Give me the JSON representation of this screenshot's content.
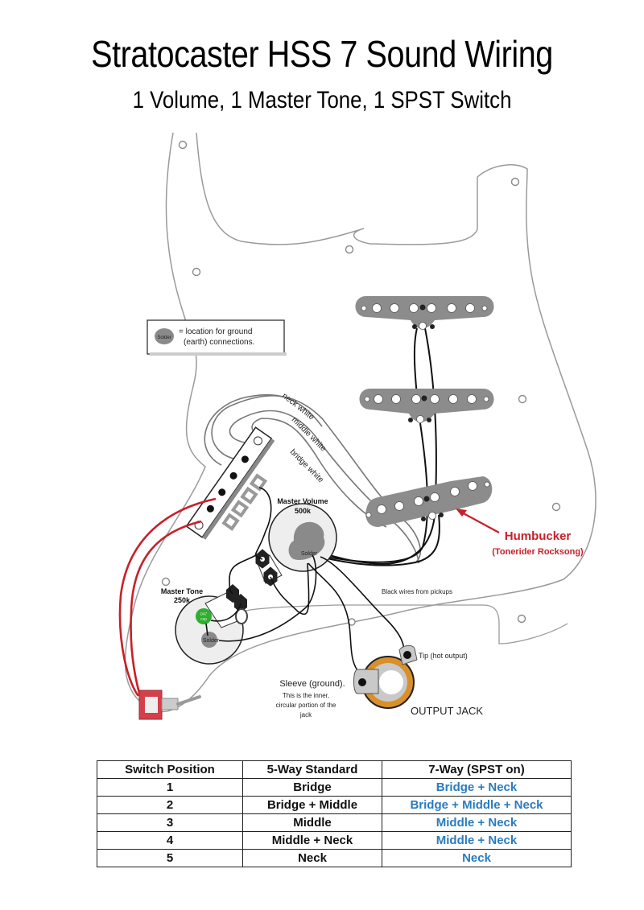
{
  "header": {
    "title": "Stratocaster HSS 7 Sound Wiring",
    "subtitle": "1 Volume, 1 Master Tone, 1 SPST Switch"
  },
  "legend": {
    "solder_badge": "Solder",
    "text_line1": "= location for ground",
    "text_line2": "(earth) connections."
  },
  "wire_labels": {
    "neck": "neck white",
    "middle": "middle white",
    "bridge": "bridge white",
    "black_wires": "Black wires from pickups"
  },
  "components": {
    "volume_pot": {
      "name": "Master Volume",
      "value": "500k",
      "solder": "Solder"
    },
    "tone_pot": {
      "name": "Master Tone",
      "value": "250k",
      "solder": "Solder",
      "cap_label_1": "047",
      "cap_label_2": "cap"
    },
    "humbucker": {
      "name": "Humbucker",
      "model": "(Tonerider Rocksong)"
    },
    "output_jack": {
      "name": "OUTPUT JACK",
      "tip_label": "Tip (hot output)",
      "sleeve_label": "Sleeve (ground).",
      "sleeve_note_1": "This is the inner,",
      "sleeve_note_2": "circular portion of the",
      "sleeve_note_3": "jack"
    }
  },
  "colors": {
    "pickup_gray": "#8c8c8c",
    "wire_red": "#c8202a",
    "humbucker_label": "#c8202a",
    "table_highlight": "#2a7bbf",
    "cap_green": "#2fae2f",
    "jack_orange": "#d9902a",
    "switch_red": "#d2404a"
  },
  "switch_table": {
    "headers": [
      "Switch Position",
      "5-Way Standard",
      "7-Way (SPST on)"
    ],
    "rows": [
      {
        "position": "1",
        "standard": "Bridge",
        "spst_on": "Bridge + Neck"
      },
      {
        "position": "2",
        "standard": "Bridge + Middle",
        "spst_on": "Bridge + Middle + Neck"
      },
      {
        "position": "3",
        "standard": "Middle",
        "spst_on": "Middle + Neck"
      },
      {
        "position": "4",
        "standard": "Middle + Neck",
        "spst_on": "Middle + Neck"
      },
      {
        "position": "5",
        "standard": "Neck",
        "spst_on": "Neck"
      }
    ]
  }
}
